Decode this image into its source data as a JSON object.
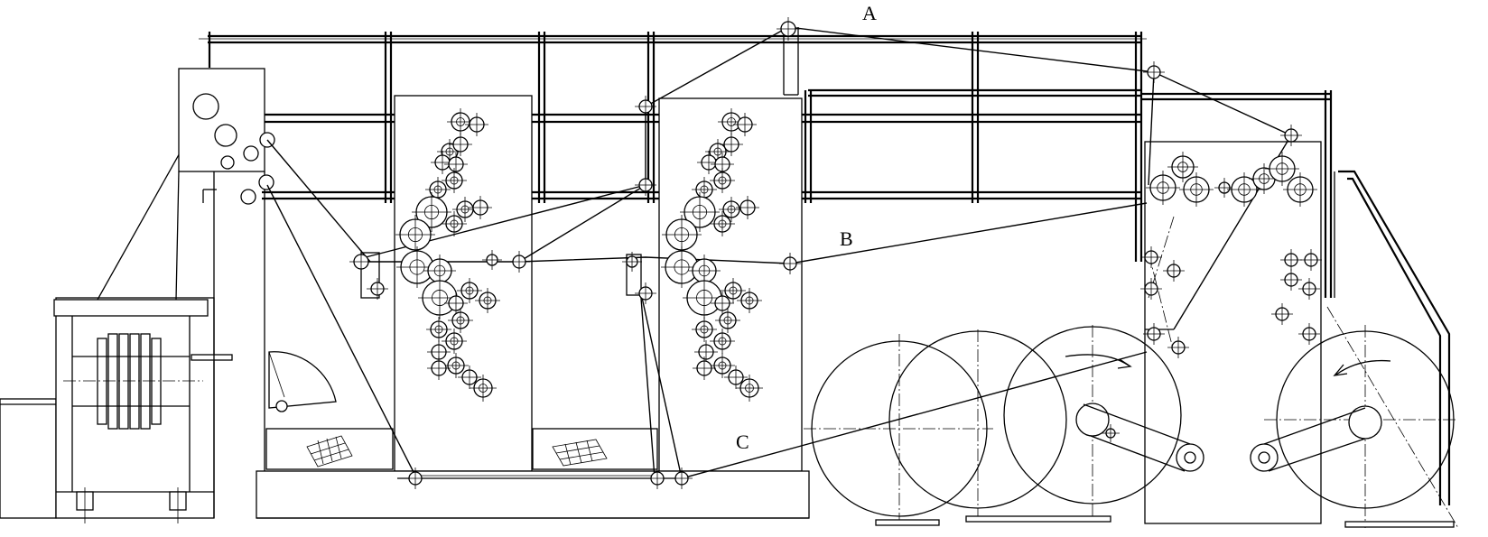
{
  "labels": {
    "a": "A",
    "b": "B",
    "c": "C"
  },
  "colors": {
    "ink": "#000000",
    "paper": "#ffffff"
  }
}
